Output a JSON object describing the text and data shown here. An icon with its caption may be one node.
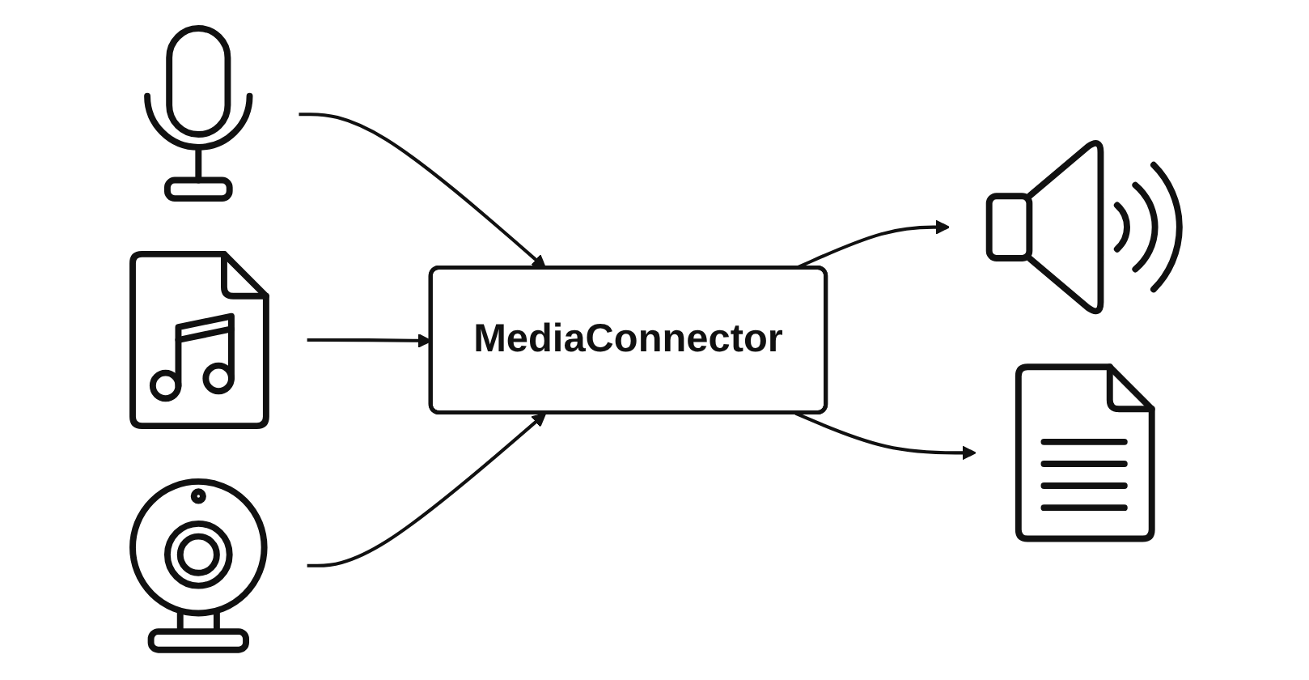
{
  "diagram": {
    "nodes": [
      {
        "text": [],
        "shape": "picture"
      },
      {
        "text": [],
        "shape": "picture"
      },
      {
        "text": [],
        "shape": "picture"
      },
      {
        "text": [
          "MediaConnector"
        ]
      },
      {
        "text": [],
        "shape": "picture"
      },
      {
        "text": [],
        "shape": "picture"
      }
    ],
    "edges": [
      {
        "from": 0,
        "to": 3,
        "arrow": "to"
      },
      {
        "from": 1,
        "to": 3,
        "arrow": "to"
      },
      {
        "from": 2,
        "to": 3,
        "arrow": "to"
      },
      {
        "from": 3,
        "to": 4,
        "arrow": "to"
      },
      {
        "from": 3,
        "to": 5,
        "arrow": "to"
      }
    ]
  }
}
